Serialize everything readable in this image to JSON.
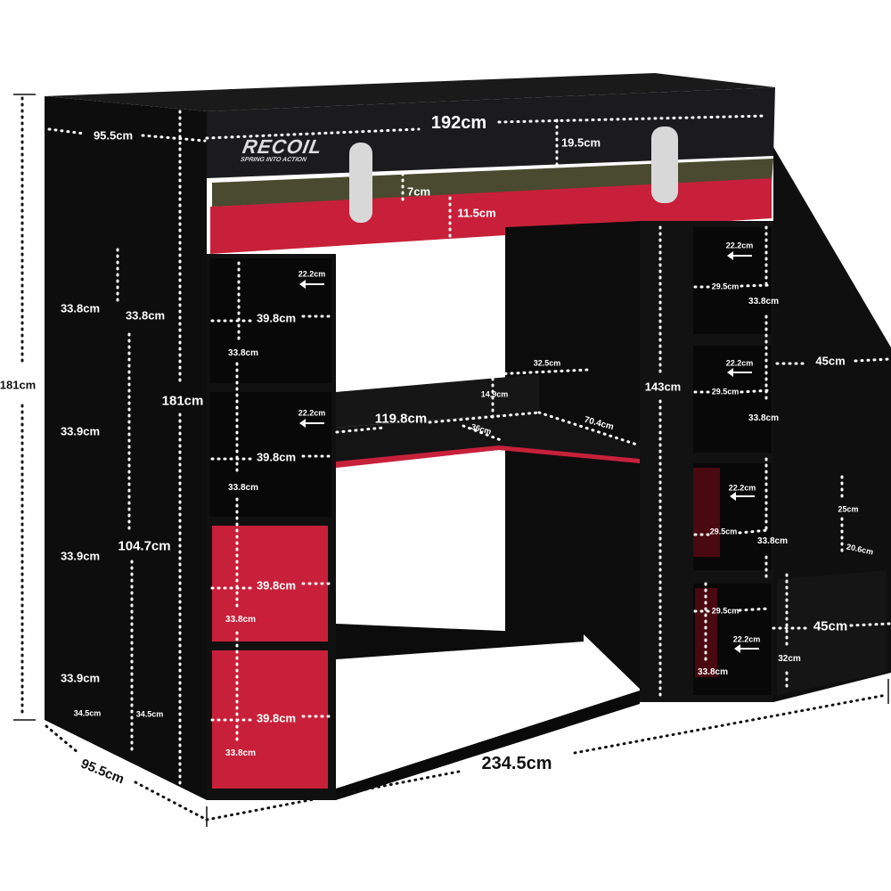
{
  "product": {
    "logo": {
      "brand": "RECOIL",
      "tagline": "SPRING INTO ACTION"
    },
    "colors": {
      "body": "#111111",
      "accent": "#c8203a",
      "slats": "#4a4a30",
      "ladder": "#d8d8d8",
      "dim_line": "#ffffff"
    }
  },
  "dimensions": {
    "overall_width": "192cm",
    "top_depth": "95.5cm",
    "headboard_height": "19.5cm",
    "mattress_gap": "7cm",
    "rail_height": "11.5cm",
    "overall_height_left": "181cm",
    "overall_height_inner": "181cm",
    "bottom_depth": "95.5cm",
    "total_length": "234.5cm",
    "side_shelves": {
      "heights_col1": [
        "33.8cm",
        "33.9cm",
        "33.9cm",
        "33.9cm"
      ],
      "height_col2": "33.8cm",
      "span": "104.7cm",
      "depth_a": "34.5cm",
      "depth_b": "34.5cm"
    },
    "left_unit": [
      {
        "arrow": "22.2cm",
        "width": "39.8cm",
        "height": "33.8cm"
      },
      {
        "arrow": "22.2cm",
        "width": "39.8cm",
        "height": "33.8cm"
      },
      {
        "width": "39.8cm",
        "height": "33.8cm"
      },
      {
        "width": "39.8cm",
        "height": "33.8cm"
      }
    ],
    "desk": {
      "back_height": "32.5cm",
      "riser": "14.9cm",
      "length": "119.8cm",
      "depth": "36cm",
      "return_length": "70.4cm"
    },
    "right_tower_height": "143cm",
    "right_unit": [
      {
        "arrow": "22.2cm",
        "width": "29.5cm",
        "height": "33.8cm"
      },
      {
        "arrow": "22.2cm",
        "width": "29.5cm",
        "height": "33.8cm"
      },
      {
        "arrow": "22.2cm",
        "width": "29.5cm",
        "height": "33.8cm"
      },
      {
        "arrow": "22.2cm",
        "width": "29.5cm",
        "height": "33.8cm"
      }
    ],
    "steps": {
      "upper_width": "45cm",
      "step_height": "25cm",
      "step_depth": "20.6cm",
      "lower_width": "45cm",
      "lower_height": "32cm"
    }
  }
}
